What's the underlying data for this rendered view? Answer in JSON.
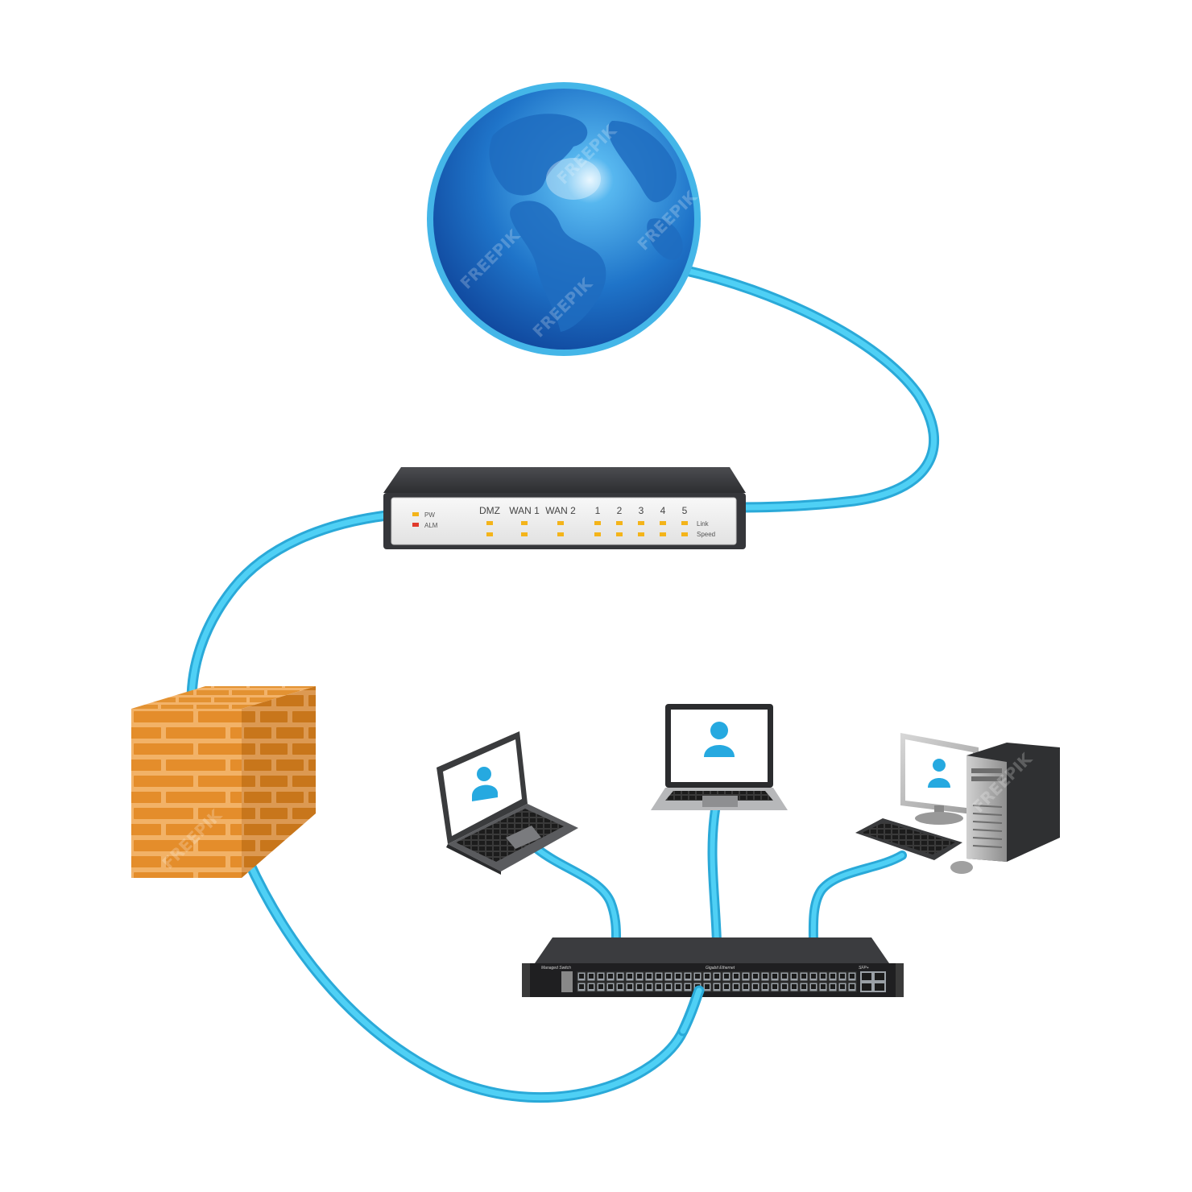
{
  "router": {
    "led_labels": [
      "PW",
      "ALM"
    ],
    "port_labels": [
      "DMZ",
      "WAN 1",
      "WAN 2",
      "1",
      "2",
      "3",
      "4",
      "5"
    ],
    "row_labels": [
      "Link",
      "Speed"
    ]
  },
  "switch": {
    "model_label": "Managed Switch",
    "port_group_label": "Gigabit Ethernet",
    "sfp_label": "SFP+"
  },
  "watermark": "FREEPIK",
  "colors": {
    "cable": "#3fc3ee",
    "globe": "#1f74c9",
    "brick": "#e5902f",
    "router_body": "#3a3b3e",
    "led_yellow": "#f4b41a",
    "led_red": "#e03a2c"
  }
}
